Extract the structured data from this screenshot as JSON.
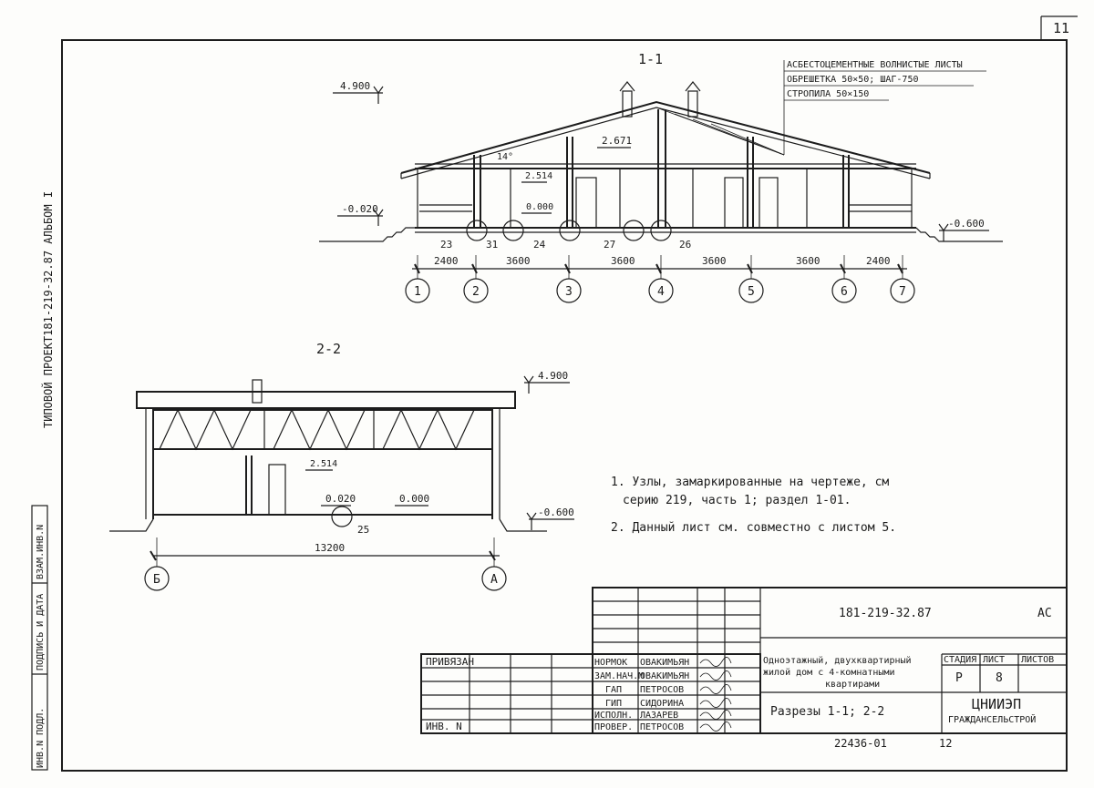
{
  "page_number": "11",
  "side_title": "ТИПОВОЙ ПРОЕКТ181-219-32.87 АЛЬБОМ I",
  "stamp_left": [
    "ИНВ.N ПОДЛ.",
    "ПОДПИСЬ И ДАТА",
    "ВЗАМ.ИНВ.N"
  ],
  "section_1": {
    "title": "1-1",
    "roof_notes": [
      "АСБЕСТОЦЕМЕНТНЫЕ ВОЛНИСТЫЕ ЛИСТЫ",
      "ОБРЕШЕТКА 50×50; ШАГ-750",
      "СТРОПИЛА 50×150"
    ],
    "marks": {
      "ridge": "4.900",
      "left": "-0.020",
      "right": "-0.600",
      "ceiling": "2.671",
      "inner": "2.514",
      "floor": "0.000",
      "angle": "14°"
    },
    "nodes": [
      "23",
      "31",
      "24",
      "27",
      "26"
    ],
    "dims": [
      "2400",
      "3600",
      "3600",
      "3600",
      "3600",
      "2400"
    ],
    "axes": [
      "1",
      "2",
      "3",
      "4",
      "5",
      "6",
      "7"
    ]
  },
  "section_2": {
    "title": "2-2",
    "marks": {
      "top": "4.900",
      "inner": "2.514",
      "left": "0.020",
      "floor": "0.000",
      "right": "-0.600"
    },
    "node": "25",
    "dim": "13200",
    "axes": [
      "Б",
      "А"
    ]
  },
  "notes": [
    "1. Узлы, замаркированные на чертеже, см",
    "серию 219, часть 1; раздел 1-01.",
    "2. Данный лист см. совместно с листом 5."
  ],
  "title_block": {
    "code": "181-219-32.87",
    "mark": "АС",
    "privyazan": "ПРИВЯЗАН",
    "inv": "ИНВ. N",
    "roles": [
      "НОРМОК",
      "ЗАМ.НАЧ.М",
      "ГАП",
      "ГИП",
      "ИСПОЛН.",
      "ПРОВЕР."
    ],
    "names": [
      "ОВАКИМЬЯН",
      "ОВАКИМЬЯН",
      "ПЕТРОСОВ",
      "СИДОРИНА",
      "ЛАЗАРЕВ",
      "ПЕТРОСОВ"
    ],
    "project_name": [
      "Одноэтажный, двухквартирный",
      "жилой дом с 4-комнатными",
      "квартирами"
    ],
    "sheet_title": "Разрезы 1-1; 2-2",
    "stage_label": "СТАДИЯ",
    "sheet_label": "ЛИСТ",
    "sheets_label": "ЛИСТОВ",
    "stage": "Р",
    "sheet": "8",
    "org": [
      "ЦНИИЭП",
      "ГРАЖДАНСЕЛЬСТРОЙ"
    ],
    "doc_number": "22436-01",
    "page_num": "12"
  }
}
